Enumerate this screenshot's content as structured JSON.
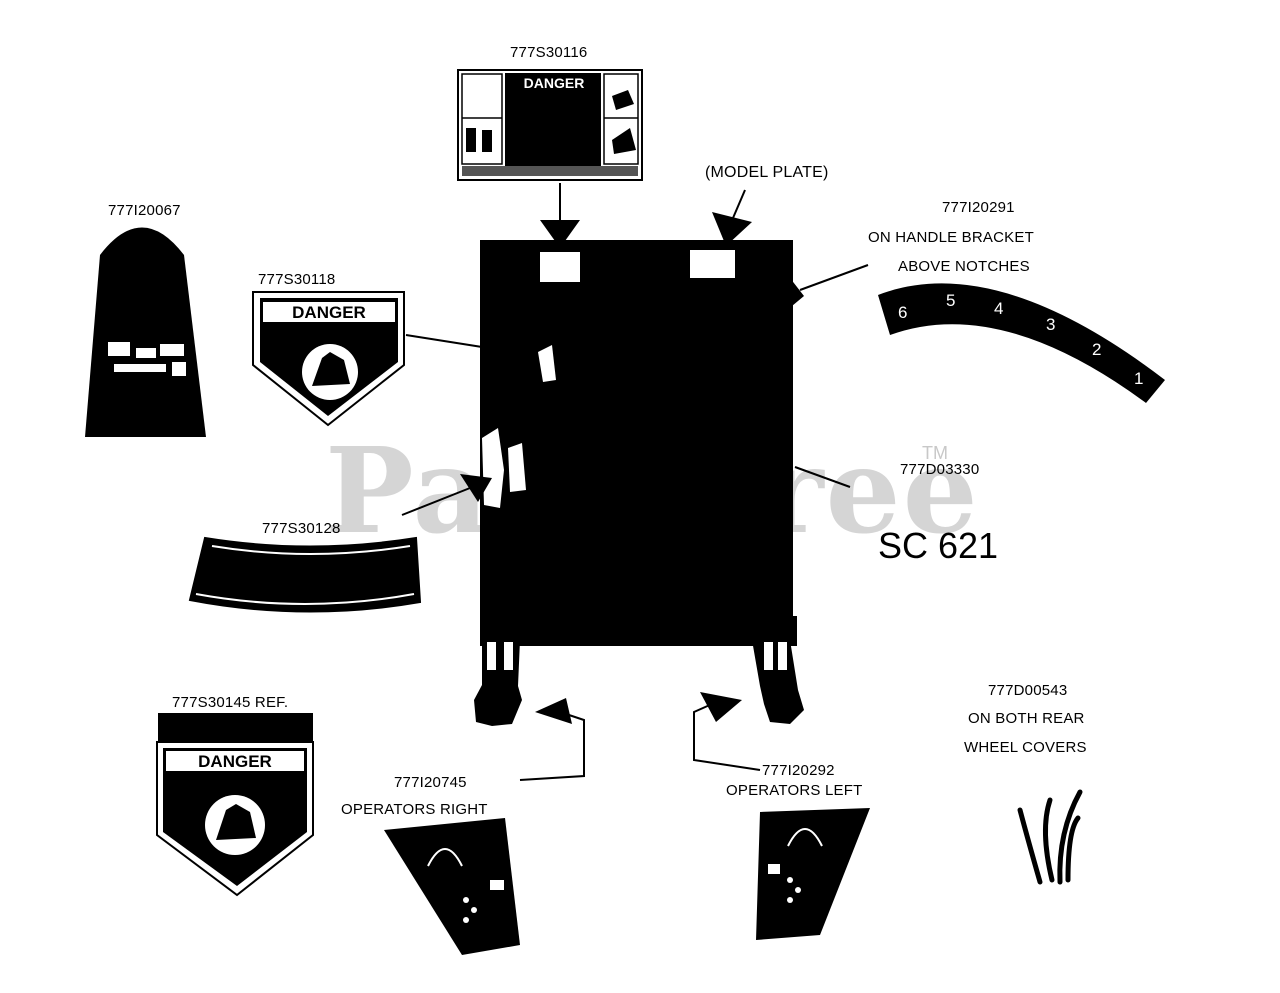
{
  "labels": {
    "danger_top": "777S30116",
    "model_plate": "(MODEL PLATE)",
    "handle_bracket_part": "777I20291",
    "handle_bracket_l1": "ON HANDLE BRACKET",
    "handle_bracket_l2": "ABOVE NOTCHES",
    "left_top": "777I20067",
    "danger_left": "777S30118",
    "side_decal": "777D03330",
    "side_text": "SC 621",
    "curved_decal": "777S30128",
    "danger_ref": "777S30145 REF.",
    "op_right_part": "777I20745",
    "op_right": "OPERATORS RIGHT",
    "op_left_part": "777I20292",
    "op_left": "OPERATORS LEFT",
    "wheel_part": "777D00543",
    "wheel_l1": "ON BOTH REAR",
    "wheel_l2": "WHEEL COVERS"
  },
  "decal_text": {
    "danger_word": "DANGER",
    "notch_numbers": [
      "6",
      "5",
      "4",
      "3",
      "2",
      "1"
    ]
  },
  "watermark": {
    "text": "PartsTree",
    "tm": "TM"
  }
}
